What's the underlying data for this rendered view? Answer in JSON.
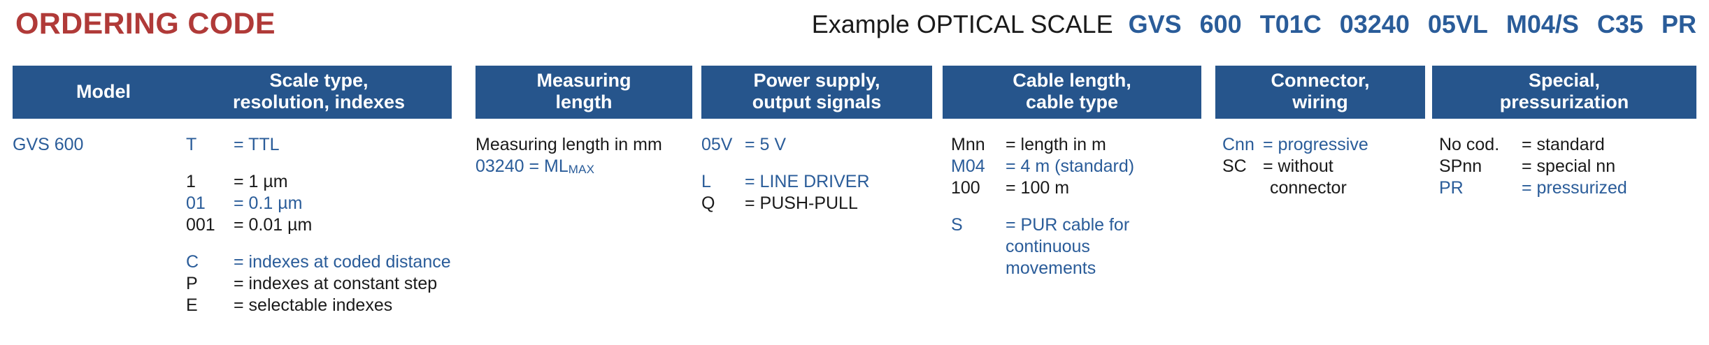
{
  "header": {
    "title": "ORDERING CODE",
    "example_label": "Example OPTICAL SCALE",
    "example_code_segments": [
      "GVS",
      "600",
      "T01C",
      "03240",
      "05VL",
      "M04/S",
      "C35",
      "PR"
    ],
    "title_color": "#B03A38",
    "code_color": "#2A5C99"
  },
  "colors": {
    "header_box_blue": "#26558C",
    "accent_blue": "#2A5C99",
    "body_black": "#1A1A1A",
    "title_red": "#B03A38"
  },
  "columns": [
    {
      "header_lines": [
        "Model"
      ],
      "rows": [
        {
          "key": "GVS 600",
          "value": "",
          "color": "blue"
        }
      ]
    },
    {
      "header_lines": [
        "Scale type,",
        "resolution, indexes"
      ],
      "rows": [
        {
          "key": "T",
          "value": "= TTL",
          "color": "blue"
        },
        {
          "key": "1",
          "value": "= 1 µm",
          "color": "black"
        },
        {
          "key": "01",
          "value": "= 0.1 µm",
          "color": "blue"
        },
        {
          "key": "001",
          "value": "= 0.01 µm",
          "color": "black"
        },
        {
          "key": "C",
          "value": "= indexes at coded distance",
          "color": "blue"
        },
        {
          "key": "P",
          "value": "= indexes at constant step",
          "color": "black"
        },
        {
          "key": "E",
          "value": "= selectable indexes",
          "color": "black"
        }
      ]
    },
    {
      "header_lines": [
        "Measuring",
        "length"
      ],
      "rows": [
        {
          "key": "Measuring length in mm",
          "value": "",
          "color": "black"
        },
        {
          "key": "03240 = ML",
          "value": "MAX",
          "color": "blue"
        }
      ]
    },
    {
      "header_lines": [
        "Power supply,",
        "output signals"
      ],
      "rows": [
        {
          "key": "05V",
          "value": "= 5 V",
          "color": "blue"
        },
        {
          "key": "L",
          "value": "= LINE DRIVER",
          "color": "blue"
        },
        {
          "key": "Q",
          "value": "= PUSH-PULL",
          "color": "black"
        }
      ]
    },
    {
      "header_lines": [
        "Cable length,",
        "cable type"
      ],
      "rows": [
        {
          "key": "Mnn",
          "value": "= length in m",
          "color": "black"
        },
        {
          "key": "M04",
          "value": "= 4 m (standard)",
          "color": "blue"
        },
        {
          "key": "100",
          "value": "= 100 m",
          "color": "black"
        },
        {
          "key": "S",
          "value": "= PUR cable for",
          "value2": "continuous",
          "value3": "movements",
          "color": "blue"
        }
      ]
    },
    {
      "header_lines": [
        "Connector,",
        "wiring"
      ],
      "rows": [
        {
          "key": "Cnn",
          "value": "= progressive",
          "color": "blue"
        },
        {
          "key": "SC",
          "value": "= without",
          "value2": "connector",
          "color": "black"
        }
      ]
    },
    {
      "header_lines": [
        "Special,",
        "pressurization"
      ],
      "rows": [
        {
          "key": "No cod.",
          "value": "= standard",
          "color": "black"
        },
        {
          "key": "SPnn",
          "value": "= special nn",
          "color": "black"
        },
        {
          "key": "PR",
          "value": "= pressurized",
          "color": "blue"
        }
      ]
    }
  ]
}
